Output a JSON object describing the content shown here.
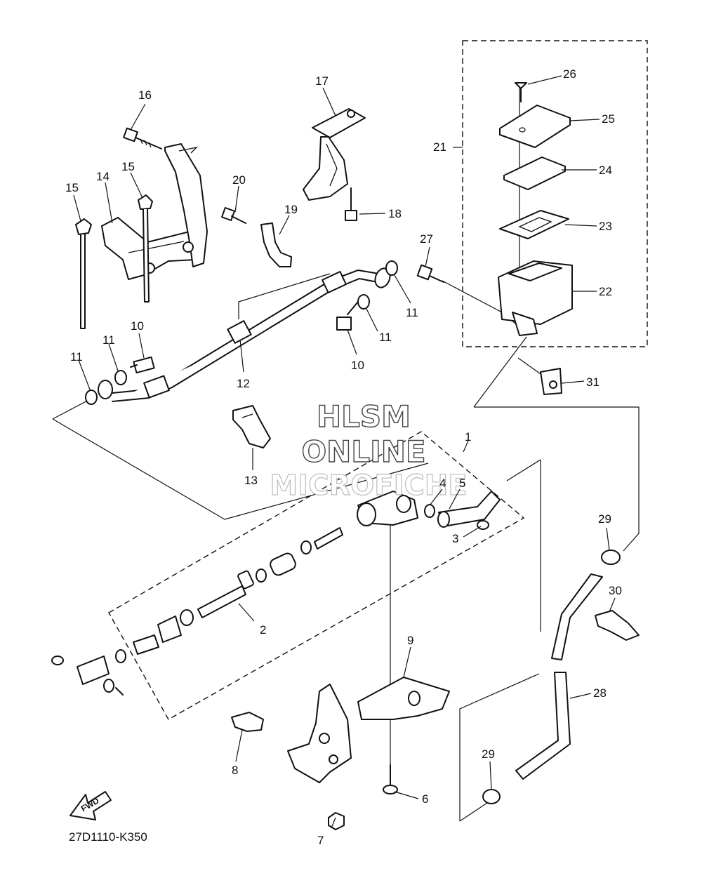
{
  "diagram_code": "27D1110-K350",
  "watermark": {
    "line1": "HLSM",
    "line2": "ONLINE",
    "line3": "MICROFICHE"
  },
  "fwd_badge": "FWD",
  "callouts": [
    "1",
    "2",
    "3",
    "4",
    "5",
    "6",
    "7",
    "8",
    "9",
    "10",
    "10",
    "11",
    "11",
    "11",
    "11",
    "12",
    "13",
    "14",
    "15",
    "15",
    "16",
    "17",
    "18",
    "19",
    "20",
    "21",
    "22",
    "23",
    "24",
    "25",
    "26",
    "27",
    "28",
    "29",
    "29",
    "30",
    "31"
  ]
}
